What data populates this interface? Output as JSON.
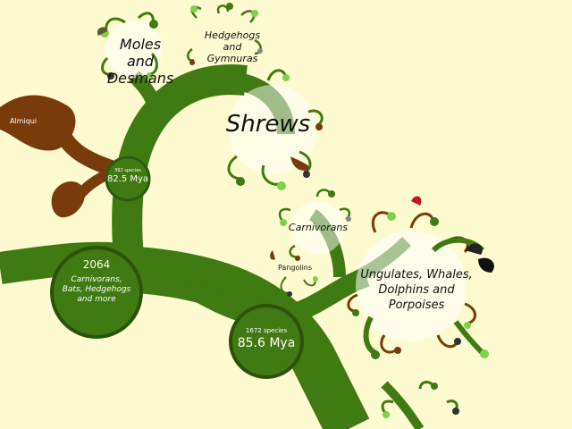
{
  "colors": {
    "background": "#fdfbcf",
    "trunk": "#3f7a12",
    "extinct": "#7a3b0c",
    "leaf_light": "#7fd04a",
    "bubble": "#ffffff"
  },
  "clades": {
    "moles": "Moles and Desmans",
    "hedgehogs": "Hedgehogs and Gymnuras",
    "shrews": "Shrews",
    "almiqui": "Almiqui",
    "carnivorans": "Carnivorans",
    "pangolins": "Pangolins",
    "ungulates": "Ungulates, Whales, Dolphins and Porpoises"
  },
  "nodes": {
    "eulipotyphla": {
      "species": "392 species",
      "age": "82.5 Mya"
    },
    "laurasiatheria": {
      "count": "2064",
      "desc": "Carnivorans, Bats, Hedgehogs and more"
    },
    "scrotifera": {
      "species": "1672 species",
      "age": "85.6 Mya"
    }
  }
}
